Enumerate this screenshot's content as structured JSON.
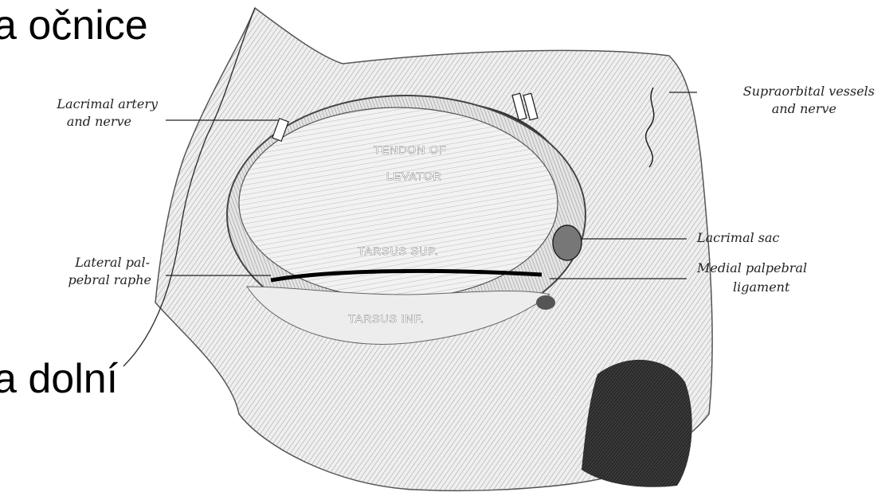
{
  "slide_text": {
    "line1": "a očnice",
    "line2": "a dolní"
  },
  "figure": {
    "labels": {
      "lacrimal_artery": [
        "Lacrimal artery",
        "and nerve"
      ],
      "supraorbital": [
        "Supraorbital vessels",
        "and nerve"
      ],
      "lacrimal_sac": "Lacrimal sac",
      "medial_palpebral": [
        "Medial palpebral",
        "ligament"
      ],
      "lateral_palpebral": [
        "Lateral pal-",
        "pebral raphe"
      ]
    },
    "inner_labels": {
      "tendon_of": "TENDON OF",
      "levator": "LEVATOR",
      "tarsus_sup": "TARSUS SUP.",
      "tarsus_inf": "TARSUS INF."
    }
  }
}
